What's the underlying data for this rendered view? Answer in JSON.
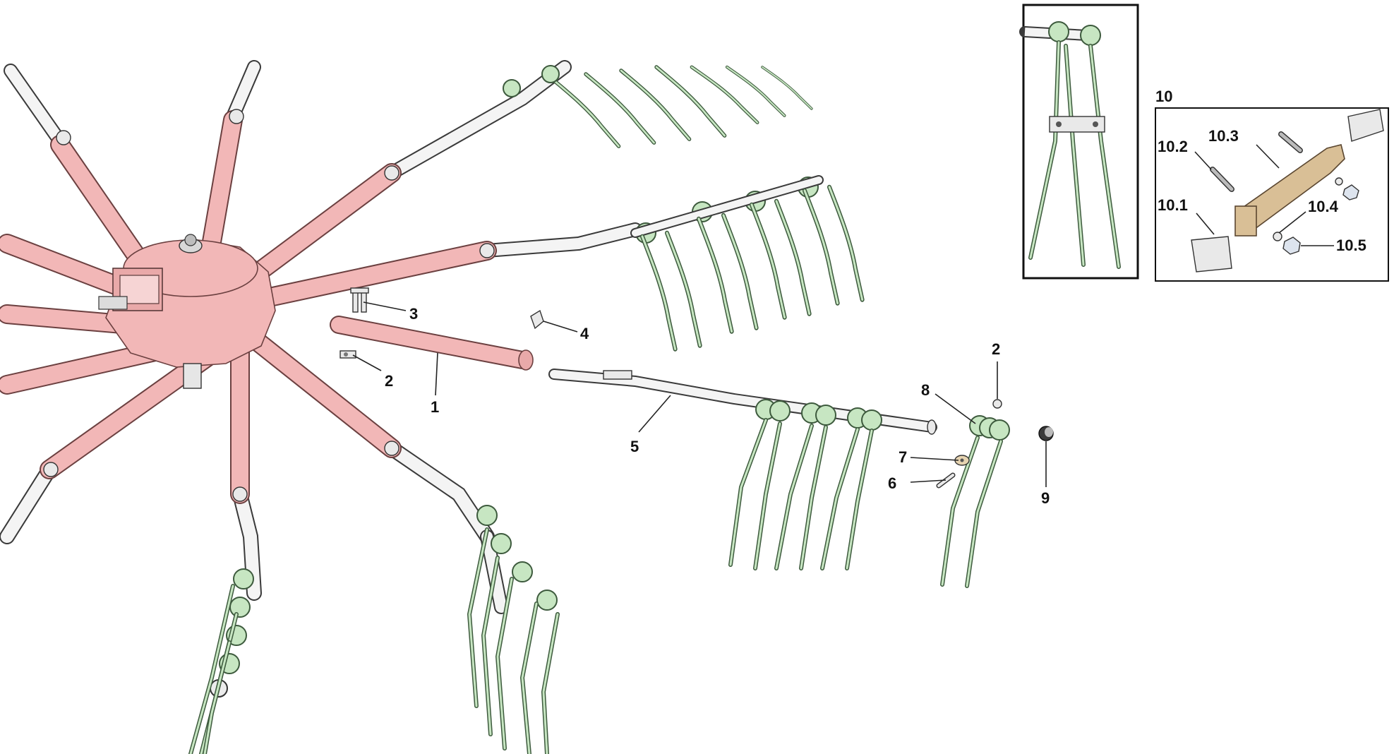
{
  "callouts": {
    "c1": "1",
    "c2a": "2",
    "c2b": "2",
    "c3": "3",
    "c4": "4",
    "c5": "5",
    "c6": "6",
    "c7": "7",
    "c8": "8",
    "c9": "9"
  },
  "detail_box": {
    "title": "10",
    "labels": {
      "l101": "10.1",
      "l102": "10.2",
      "l103": "10.3",
      "l104": "10.4",
      "l105": "10.5"
    }
  },
  "colors": {
    "hub_pink": "#f2b7b7",
    "tine_green": "#c7e6c2",
    "bracket_tan": "#d9bf96",
    "line": "#222222"
  }
}
